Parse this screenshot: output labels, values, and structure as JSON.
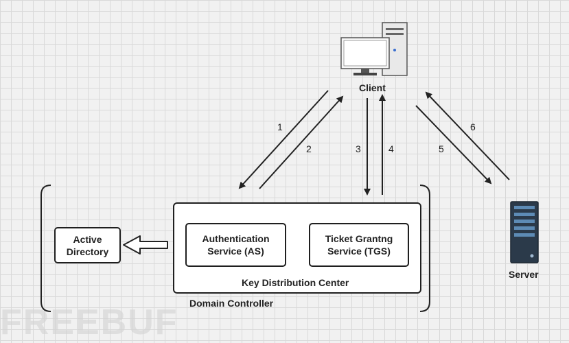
{
  "nodes": {
    "client": "Client",
    "server": "Server",
    "active_directory": [
      "Active",
      "Directory"
    ],
    "as": [
      "Authentication",
      "Service (AS)"
    ],
    "tgs": [
      "Ticket Grantng",
      "Service (TGS)"
    ],
    "kdc": "Key Distribution Center",
    "domain_controller": "Domain Controller"
  },
  "steps": [
    "1",
    "2",
    "3",
    "4",
    "5",
    "6"
  ],
  "watermark": "FREEBUF"
}
